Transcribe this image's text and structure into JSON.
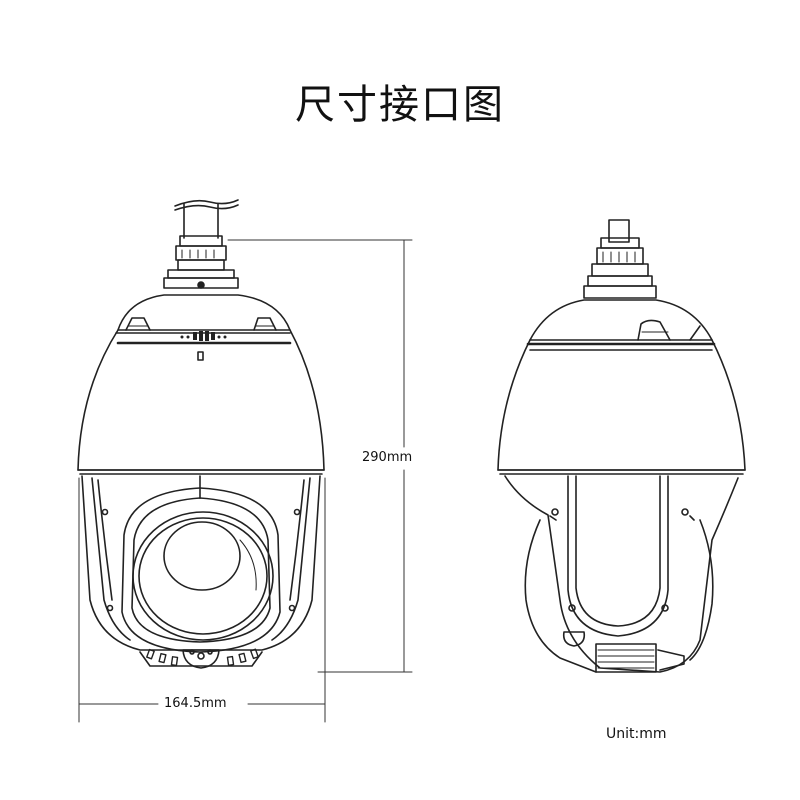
{
  "title": "尺寸接口图",
  "dimensions": {
    "height": "290mm",
    "width": "164.5mm"
  },
  "unit_note": "Unit:mm"
}
